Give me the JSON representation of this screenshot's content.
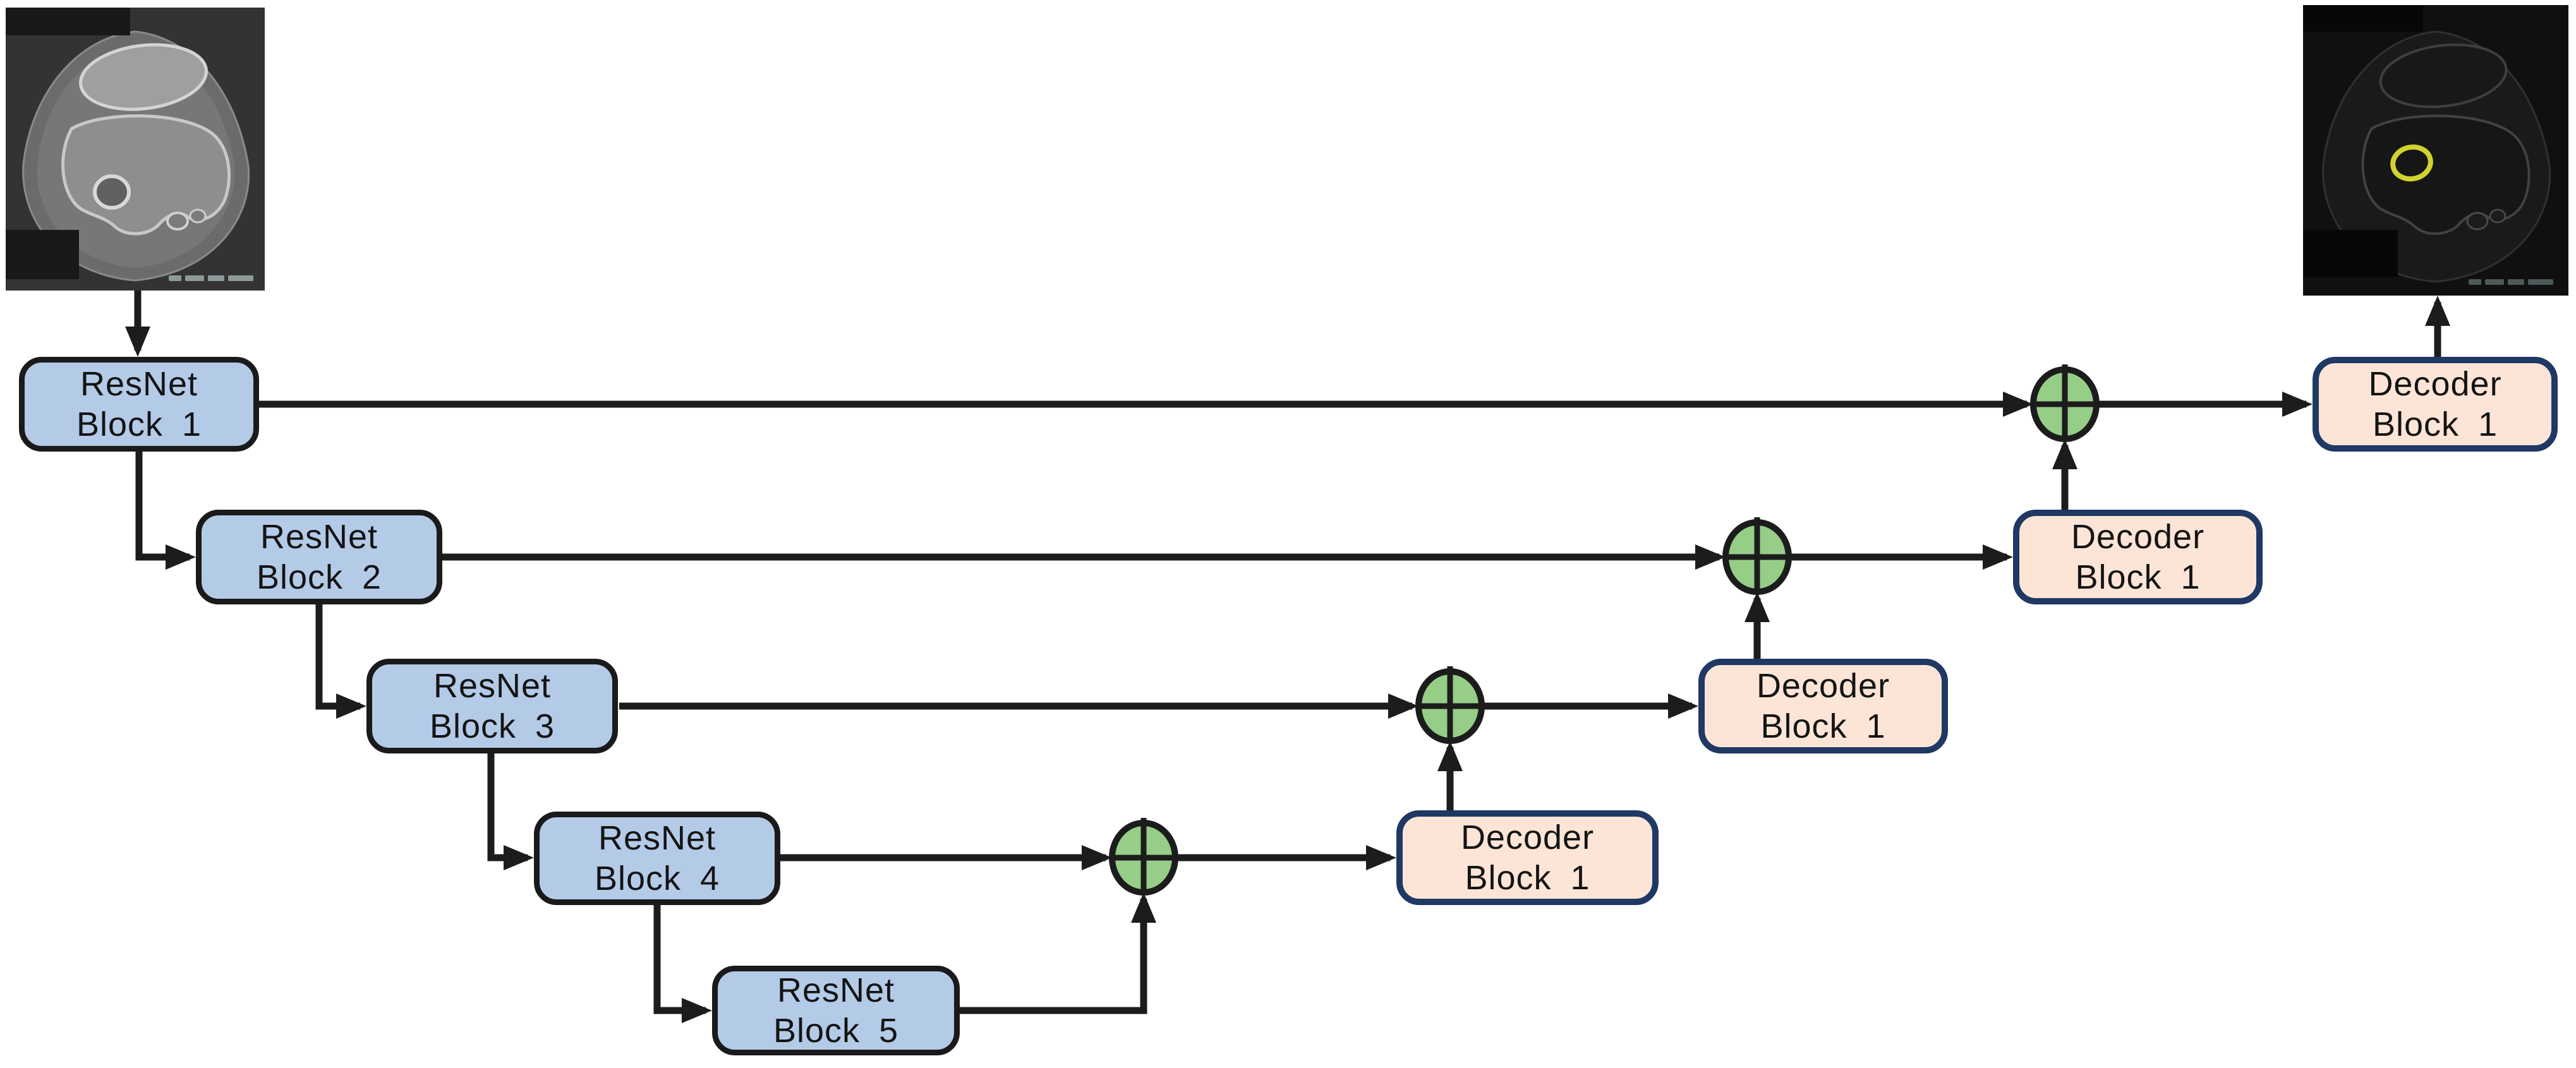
{
  "figure_type": "neural-network-architecture-diagram",
  "encoder": {
    "fill": "#b4cbe8",
    "border": "#1a1a1a",
    "blocks": [
      {
        "line1": "ResNet",
        "line2": "Block 1"
      },
      {
        "line1": "ResNet",
        "line2": "Block 2"
      },
      {
        "line1": "ResNet",
        "line2": "Block 3"
      },
      {
        "line1": "ResNet",
        "line2": "Block 4"
      },
      {
        "line1": "ResNet",
        "line2": "Block 5"
      }
    ]
  },
  "decoder": {
    "fill": "#fce5d6",
    "border": "#1f3864",
    "blocks": [
      {
        "line1": "Decoder",
        "line2": "Block 1"
      },
      {
        "line1": "Decoder",
        "line2": "Block 1"
      },
      {
        "line1": "Decoder",
        "line2": "Block 1"
      },
      {
        "line1": "Decoder",
        "line2": "Block 1"
      }
    ]
  },
  "merge_nodes": {
    "count": 4,
    "symbol": "⊕",
    "icon": "plus-circle-icon",
    "fill": "#96cd87",
    "border": "#1c1c1c"
  },
  "connectors": {
    "color": "#1c1c1c",
    "edges": [
      {
        "from": "input-ct-image",
        "to": "resnet-block-1"
      },
      {
        "from": "resnet-block-1",
        "to": "resnet-block-2",
        "type": "downsample"
      },
      {
        "from": "resnet-block-2",
        "to": "resnet-block-3",
        "type": "downsample"
      },
      {
        "from": "resnet-block-3",
        "to": "resnet-block-4",
        "type": "downsample"
      },
      {
        "from": "resnet-block-4",
        "to": "resnet-block-5",
        "type": "downsample"
      },
      {
        "from": "resnet-block-1",
        "to": "merge-node-1",
        "type": "skip"
      },
      {
        "from": "resnet-block-2",
        "to": "merge-node-2",
        "type": "skip"
      },
      {
        "from": "resnet-block-3",
        "to": "merge-node-3",
        "type": "skip"
      },
      {
        "from": "resnet-block-4",
        "to": "merge-node-4",
        "type": "skip"
      },
      {
        "from": "resnet-block-5",
        "to": "merge-node-4",
        "type": "bottleneck"
      },
      {
        "from": "merge-node-4",
        "to": "decoder-block-row4"
      },
      {
        "from": "decoder-block-row4",
        "to": "merge-node-3",
        "type": "upsample"
      },
      {
        "from": "merge-node-3",
        "to": "decoder-block-row3"
      },
      {
        "from": "decoder-block-row3",
        "to": "merge-node-2",
        "type": "upsample"
      },
      {
        "from": "merge-node-2",
        "to": "decoder-block-row2"
      },
      {
        "from": "decoder-block-row2",
        "to": "merge-node-1",
        "type": "upsample"
      },
      {
        "from": "merge-node-1",
        "to": "decoder-block-row1"
      },
      {
        "from": "decoder-block-row1",
        "to": "output-ct-image"
      }
    ]
  },
  "images": {
    "input": {
      "name": "knee-ct-axial-slice",
      "style": "grayscale"
    },
    "output": {
      "name": "knee-ct-axial-slice-segmented",
      "style": "dark-grayscale",
      "annotation": "yellow-segmentation-ring",
      "annotation_color": "#d2d22e"
    }
  },
  "background": "#ffffff"
}
